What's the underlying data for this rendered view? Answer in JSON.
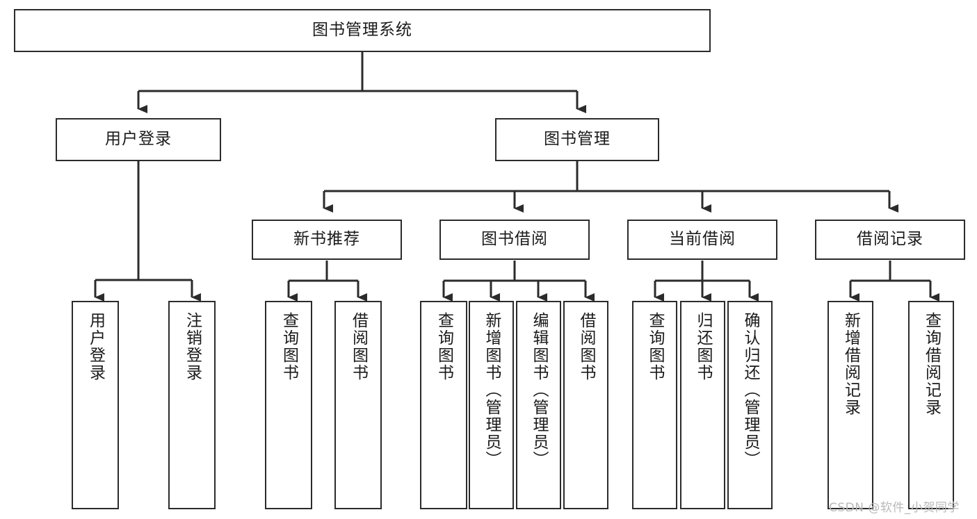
{
  "diagram": {
    "title": "图书管理系统",
    "type": "hierarchy-tree",
    "watermark": "CSDN @软件_小贺同学",
    "colors": {
      "border": "#2b2b2b",
      "background": "#ffffff",
      "text": "#1a1a1a",
      "watermark": "#b9b9b9"
    },
    "levels": {
      "level1": [
        {
          "id": "root",
          "label": "图书管理系统"
        }
      ],
      "level2": [
        {
          "id": "user-login",
          "label": "用户登录"
        },
        {
          "id": "book-manage",
          "label": "图书管理"
        }
      ],
      "level3": [
        {
          "id": "new-book-rec",
          "label": "新书推荐"
        },
        {
          "id": "book-borrow",
          "label": "图书借阅"
        },
        {
          "id": "current-borrow",
          "label": "当前借阅"
        },
        {
          "id": "borrow-record",
          "label": "借阅记录"
        }
      ],
      "level4": [
        {
          "id": "leaf-user-login",
          "label": "用户登录",
          "parent": "user-login"
        },
        {
          "id": "leaf-logout",
          "label": "注销登录",
          "parent": "user-login"
        },
        {
          "id": "leaf-query-book-1",
          "label": "查询图书",
          "parent": "new-book-rec"
        },
        {
          "id": "leaf-borrow-book-1",
          "label": "借阅图书",
          "parent": "new-book-rec"
        },
        {
          "id": "leaf-query-book-2",
          "label": "查询图书",
          "parent": "book-borrow"
        },
        {
          "id": "leaf-add-book",
          "label": "新增图书（管理员）",
          "parent": "book-borrow"
        },
        {
          "id": "leaf-edit-book",
          "label": "编辑图书（管理员）",
          "parent": "book-borrow"
        },
        {
          "id": "leaf-borrow-book-2",
          "label": "借阅图书",
          "parent": "book-borrow"
        },
        {
          "id": "leaf-query-book-3",
          "label": "查询图书",
          "parent": "current-borrow"
        },
        {
          "id": "leaf-return-book",
          "label": "归还图书",
          "parent": "current-borrow"
        },
        {
          "id": "leaf-confirm-return",
          "label": "确认归还（管理员）",
          "parent": "current-borrow"
        },
        {
          "id": "leaf-add-record",
          "label": "新增借阅记录",
          "parent": "borrow-record"
        },
        {
          "id": "leaf-query-record",
          "label": "查询借阅记录",
          "parent": "borrow-record"
        }
      ]
    }
  }
}
